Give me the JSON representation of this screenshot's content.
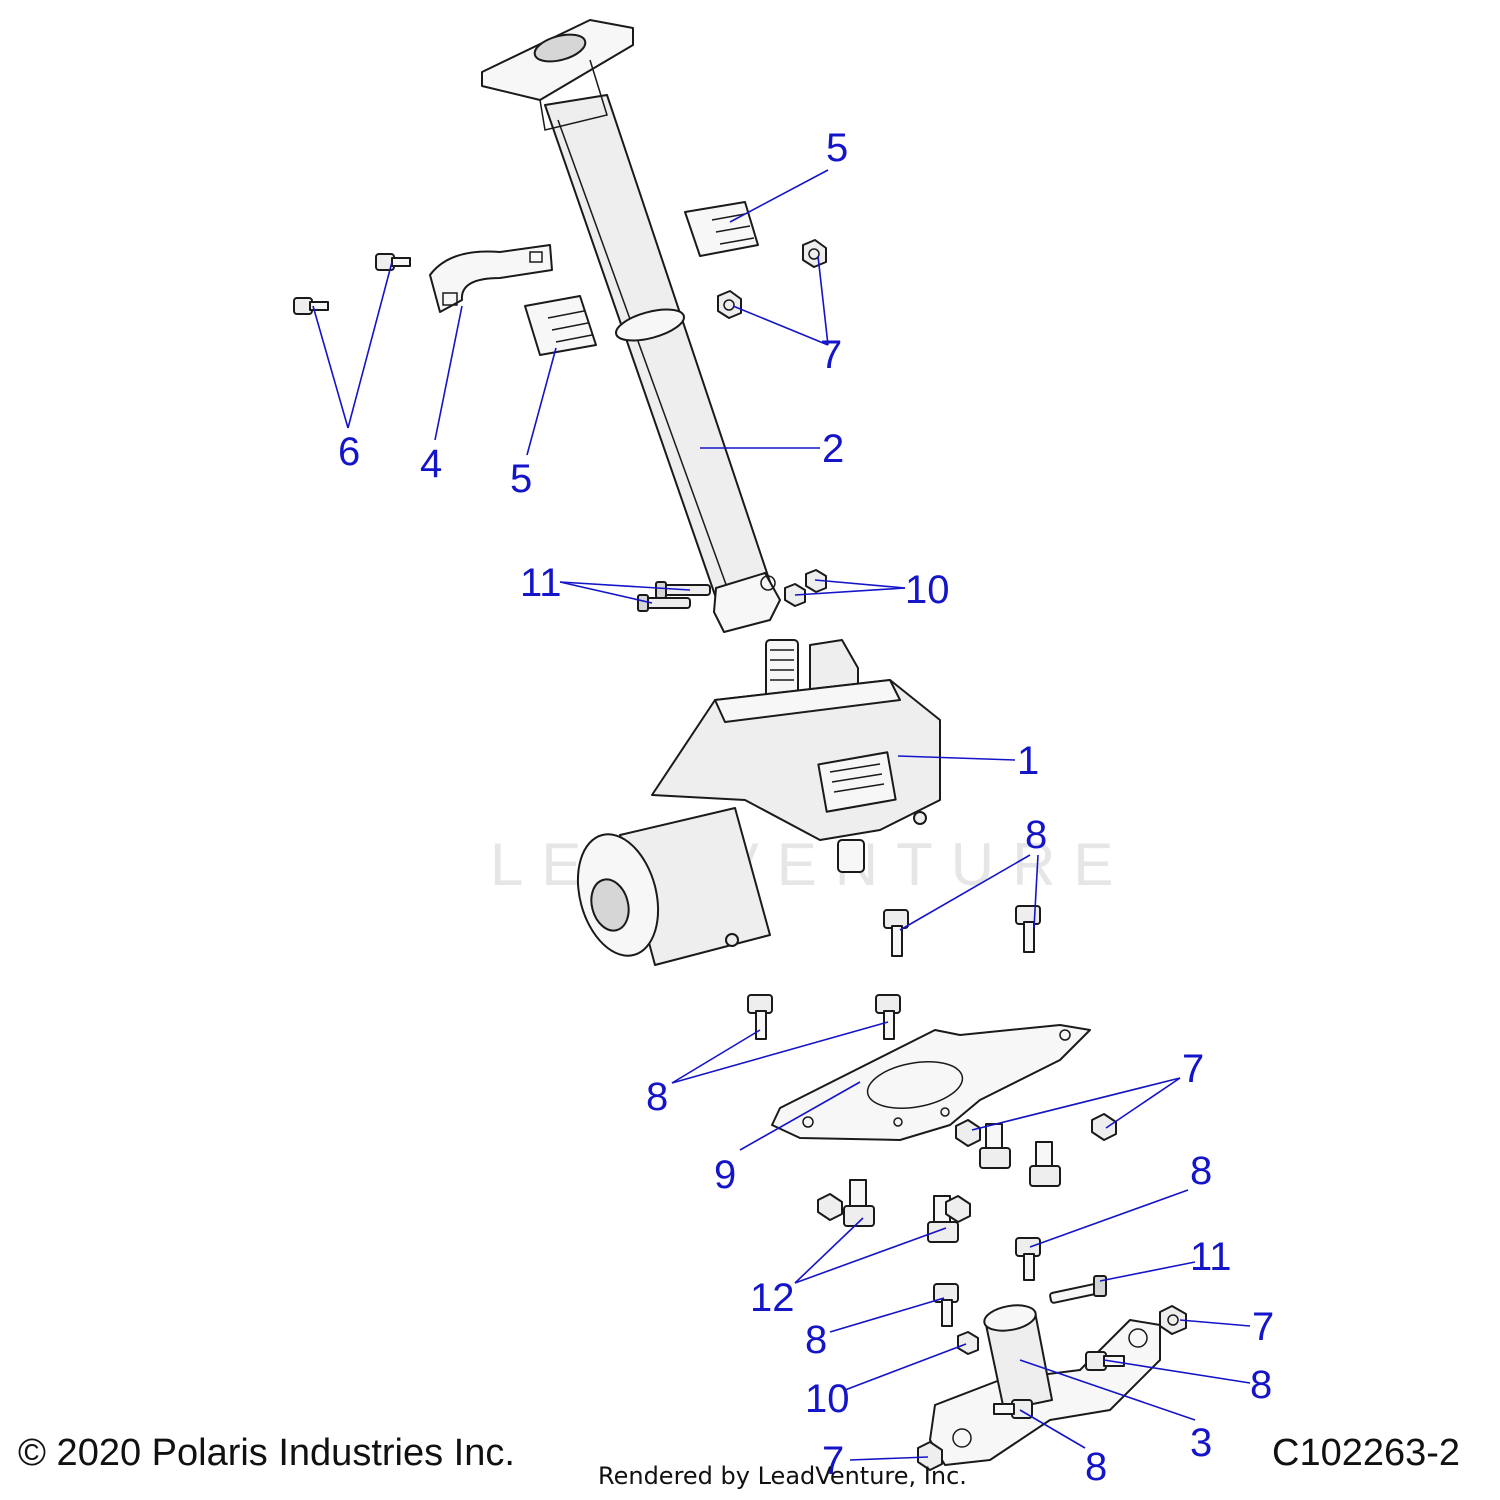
{
  "watermark": "LEADVENTURE",
  "callouts": [
    "5",
    "7",
    "6",
    "4",
    "5",
    "2",
    "11",
    "10",
    "1",
    "8",
    "8",
    "7",
    "9",
    "8",
    "12",
    "11",
    "8",
    "7",
    "10",
    "8",
    "3",
    "7",
    "8"
  ],
  "footer": {
    "copyright": "© 2020 Polaris Industries Inc.",
    "diagram_id": "C102263-2",
    "rendered_by": "Rendered by LeadVenture, Inc."
  },
  "colors": {
    "callout": "#1414c8",
    "line_art": "#1a1a1a"
  }
}
